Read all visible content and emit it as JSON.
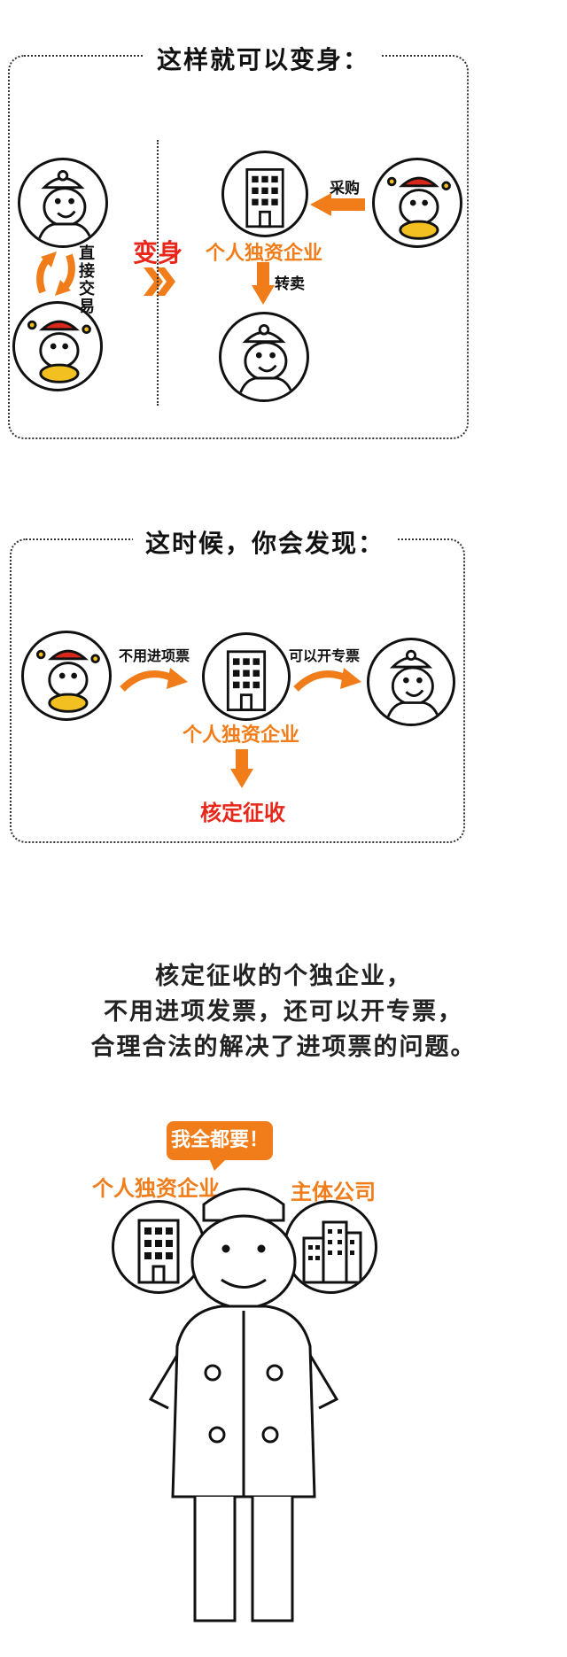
{
  "panel1": {
    "title": "这样就可以变身：",
    "direct_trade": "直接交易",
    "transform": "变身",
    "enterprise": "个人独资企业",
    "purchase": "采购",
    "resell": "转卖"
  },
  "panel2": {
    "title": "这时候，你会发现：",
    "no_input_invoice": "不用进项票",
    "can_issue_special": "可以开专票",
    "enterprise": "个人独资企业",
    "verified_levy": "核定征收"
  },
  "summary": {
    "line1": "核定征收的个独企业，",
    "line2": "不用进项发票，还可以开专票，",
    "line3": "合理合法的解决了进项票的问题。"
  },
  "footer": {
    "bubble": "我全都要！",
    "enterprise": "个人独资企业",
    "main_company": "主体公司"
  },
  "colors": {
    "accent": "#f07d1a",
    "red": "#e8261a"
  }
}
